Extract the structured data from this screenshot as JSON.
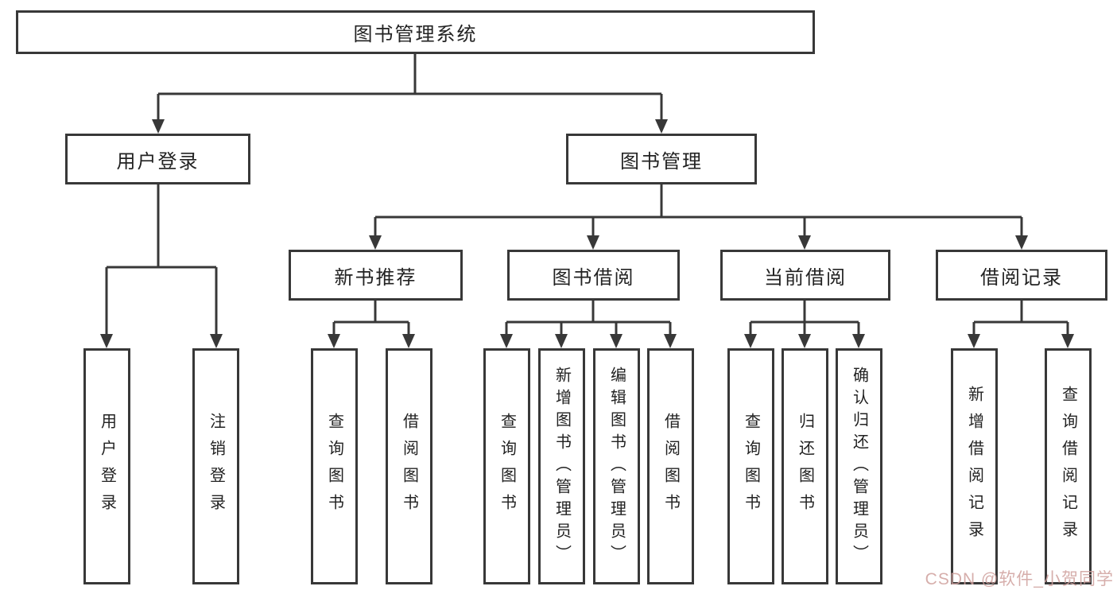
{
  "nodes": {
    "root": "图书管理系统",
    "user_login": "用户登录",
    "book_mgmt": "图书管理",
    "user_children": [
      "用户登录",
      "注销登录"
    ],
    "groups": {
      "new_books": {
        "label": "新书推荐",
        "children": [
          "查询图书",
          "借阅图书"
        ]
      },
      "borrow": {
        "label": "图书借阅",
        "children": [
          "查询图书",
          "新增图书（管理员）",
          "编辑图书（管理员）",
          "借阅图书"
        ]
      },
      "current": {
        "label": "当前借阅",
        "children": [
          "查询图书",
          "归还图书",
          "确认归还（管理员）"
        ]
      },
      "records": {
        "label": "借阅记录",
        "children": [
          "新增借阅记录",
          "查询借阅记录"
        ]
      }
    }
  },
  "watermark": {
    "text": "CSDN @软件_小贺同学",
    "color": "#cfa09d"
  },
  "style": {
    "line_color": "#383838",
    "box_background": "#ffffff",
    "text_color": "#222222",
    "background": "#ffffff"
  }
}
